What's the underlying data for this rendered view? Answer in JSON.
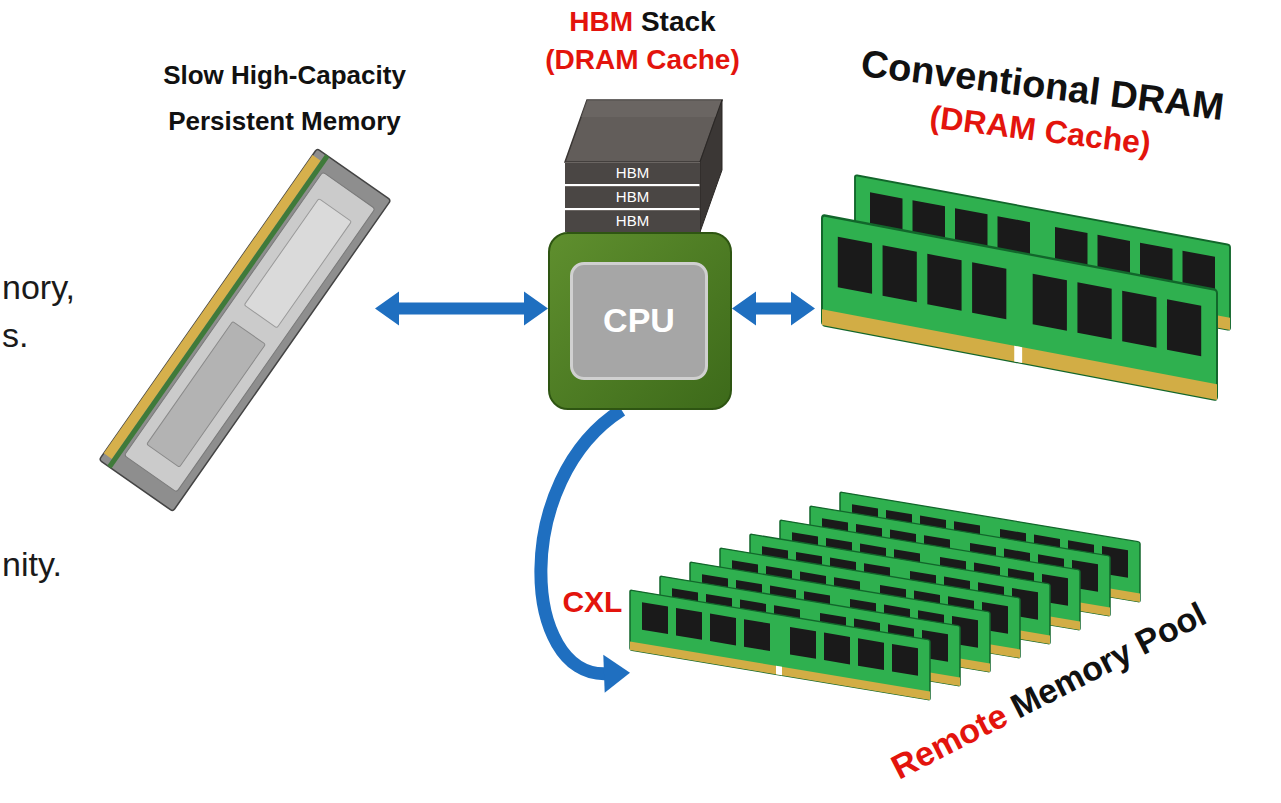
{
  "diagram": {
    "nodes": [
      {
        "text": [
          "Slow High-Capacity Persistent Memory"
        ]
      },
      {
        "text": [
          "HBM",
          "Stack",
          "(DRAM Cache)"
        ]
      },
      {
        "text": [
          "HBM"
        ],
        "in": 1
      },
      {
        "text": [
          "HBM"
        ],
        "in": 1
      },
      {
        "text": [
          "HBM"
        ],
        "in": 1
      },
      {
        "text": [
          "CPU"
        ]
      },
      {
        "text": [
          "Conventional DRAM",
          "(DRAM Cache)"
        ]
      },
      {
        "text": [
          "Remote",
          "Memory Pool"
        ]
      }
    ],
    "edges": [
      {
        "from": 5,
        "to": 0,
        "arrow": "both"
      },
      {
        "from": 5,
        "to": 6,
        "arrow": "both"
      },
      {
        "from": 5,
        "to": 7,
        "arrow": "to",
        "label": "CXL"
      }
    ],
    "labels": [
      "nory,",
      "s.",
      "nity."
    ]
  }
}
